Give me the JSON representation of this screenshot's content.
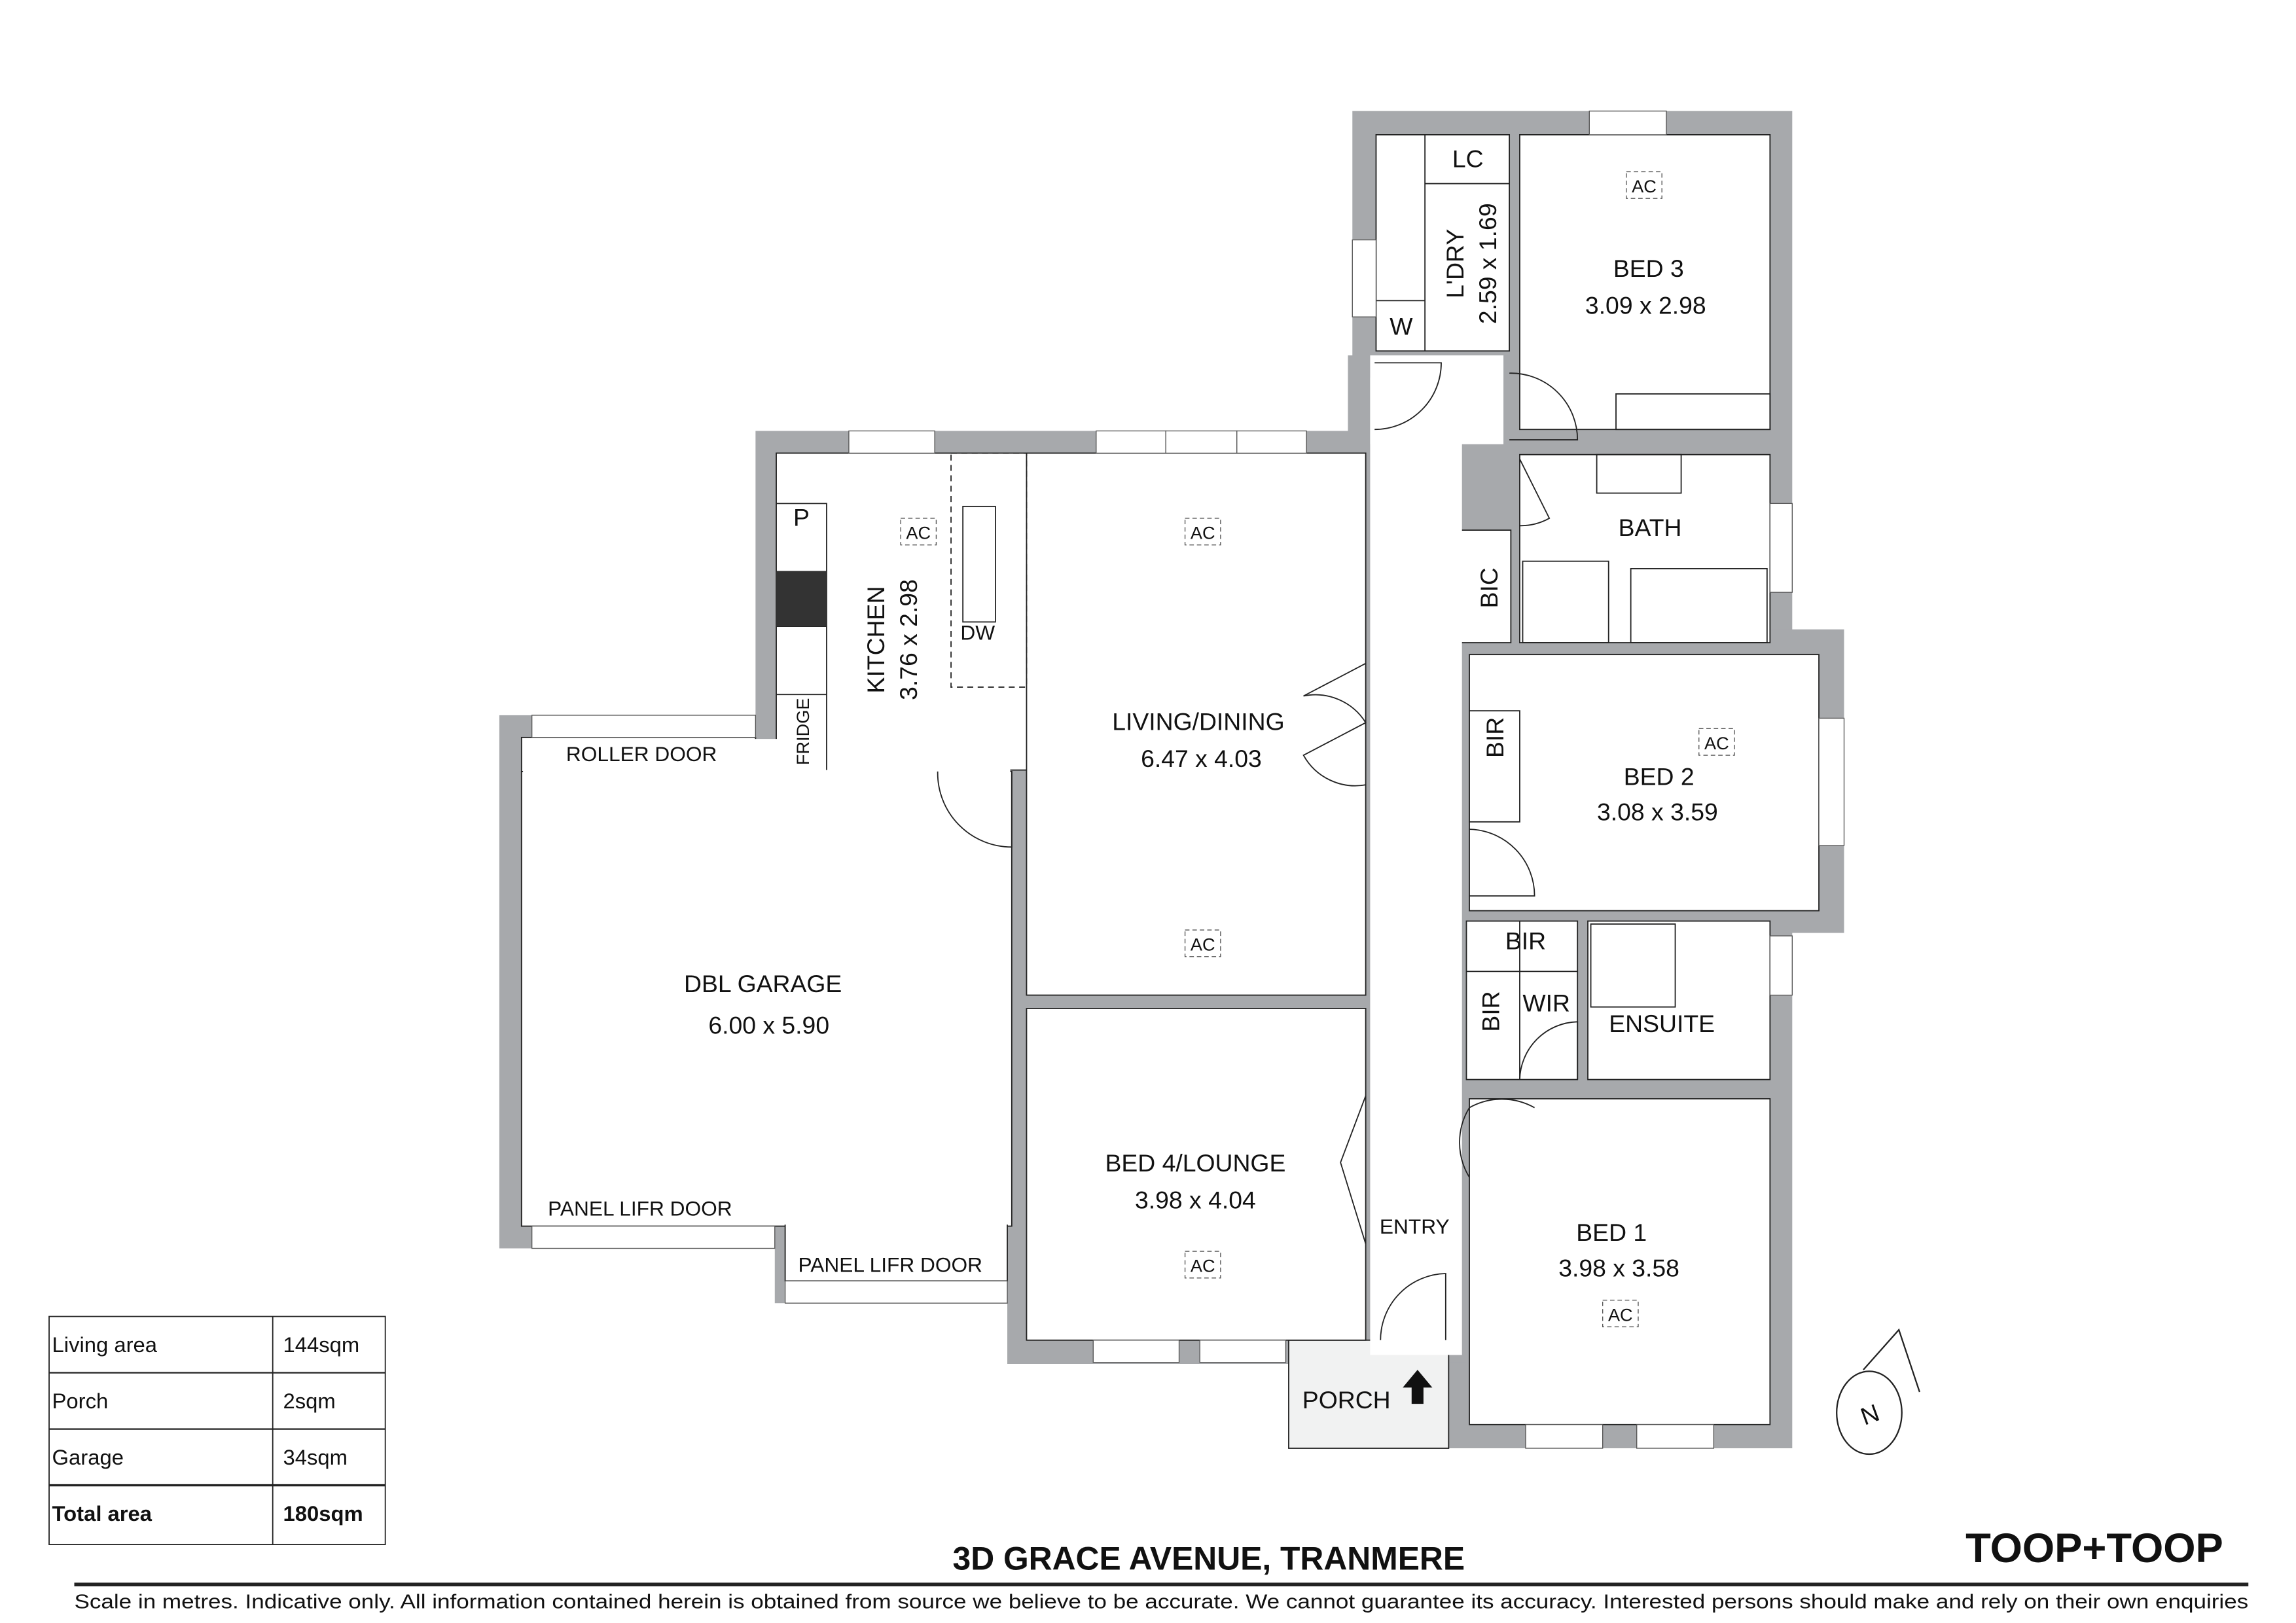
{
  "rooms": {
    "laundry": {
      "name": "L'DRY",
      "size": "2.59 x 1.69"
    },
    "bed3": {
      "name": "BED 3",
      "size": "3.09 x 2.98"
    },
    "bath": {
      "name": "BATH"
    },
    "kitchen": {
      "name": "KITCHEN",
      "size": "3.76 x 2.98"
    },
    "living": {
      "name": "LIVING/DINING",
      "size": "6.47 x 4.03"
    },
    "garage": {
      "name": "DBL GARAGE",
      "size": "6.00 x 5.90"
    },
    "bed2": {
      "name": "BED 2",
      "size": "3.08 x 3.59"
    },
    "bed4": {
      "name": "BED 4/LOUNGE",
      "size": "3.98 x 4.04"
    },
    "bed1": {
      "name": "BED 1",
      "size": "3.98 x 3.58"
    },
    "ensuite": {
      "name": "ENSUITE"
    },
    "entry": {
      "name": "ENTRY"
    },
    "porch": {
      "name": "PORCH"
    }
  },
  "fixtures": {
    "lc": "LC",
    "w": "W",
    "p": "P",
    "fridge": "FRIDGE",
    "dw": "DW",
    "bic": "BIC",
    "bir": "BIR",
    "wir": "WIR",
    "ac": "AC",
    "roller_door": "ROLLER DOOR",
    "panel_door": "PANEL LIFR DOOR"
  },
  "area_table": [
    {
      "label": "Living area",
      "value": "144sqm"
    },
    {
      "label": "Porch",
      "value": "2sqm"
    },
    {
      "label": "Garage",
      "value": "34sqm"
    },
    {
      "label": "Total area",
      "value": "180sqm"
    }
  ],
  "compass": "N",
  "title": "3D GRACE AVENUE, TRANMERE",
  "brand": "TOOP+TOOP",
  "disclaimer": "Scale in metres. Indicative only. All information contained herein is obtained from source we believe to be accurate. We cannot guarantee its accuracy. Interested persons should make and rely on their own enquiries",
  "colors": {
    "wall": "#a7a9ac",
    "porch": "#f1f2f2"
  }
}
